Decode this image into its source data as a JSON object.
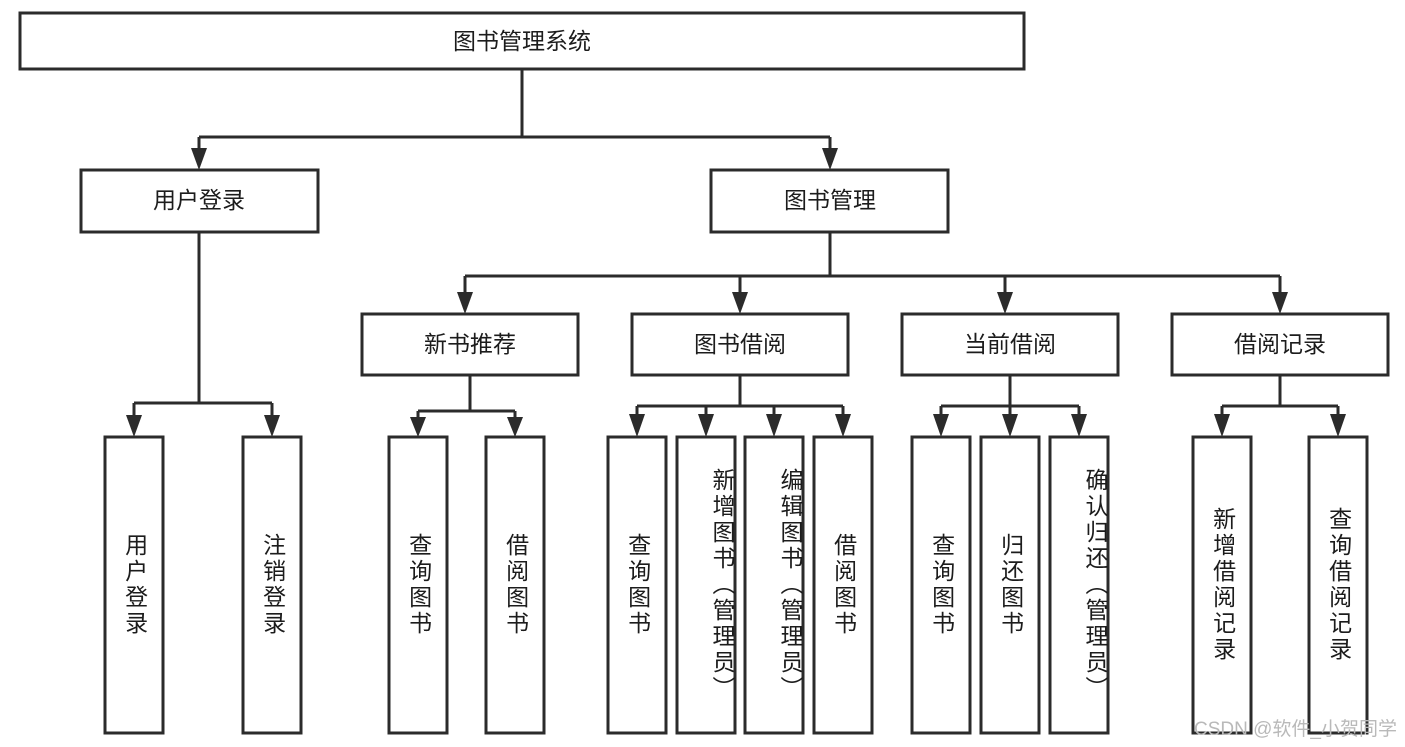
{
  "diagram": {
    "title": "图书管理系统",
    "watermark": "CSDN @软件_小贺同学",
    "colors": {
      "stroke": "#2b2b2b",
      "fill": "#ffffff",
      "text": "#1c1c1c",
      "watermark": "#b9b9b9",
      "background": "#ffffff"
    },
    "levels": {
      "root": {
        "label": "图书管理系统"
      },
      "level2": [
        {
          "label": "用户登录"
        },
        {
          "label": "图书管理"
        }
      ],
      "level3": [
        {
          "label": "新书推荐"
        },
        {
          "label": "图书借阅"
        },
        {
          "label": "当前借阅"
        },
        {
          "label": "借阅记录"
        }
      ],
      "leaves": [
        {
          "label": "用户登录",
          "parent": "用户登录"
        },
        {
          "label": "注销登录",
          "parent": "用户登录"
        },
        {
          "label": "查询图书",
          "parent": "新书推荐"
        },
        {
          "label": "借阅图书",
          "parent": "新书推荐"
        },
        {
          "label": "查询图书",
          "parent": "图书借阅"
        },
        {
          "label": "新增图书（管理员）",
          "parent": "图书借阅"
        },
        {
          "label": "编辑图书（管理员）",
          "parent": "图书借阅"
        },
        {
          "label": "借阅图书",
          "parent": "图书借阅"
        },
        {
          "label": "查询图书",
          "parent": "当前借阅"
        },
        {
          "label": "归还图书",
          "parent": "当前借阅"
        },
        {
          "label": "确认归还（管理员）",
          "parent": "当前借阅"
        },
        {
          "label": "新增借阅记录",
          "parent": "借阅记录"
        },
        {
          "label": "查询借阅记录",
          "parent": "借阅记录"
        }
      ]
    }
  },
  "chart_data": {
    "type": "table",
    "title": "图书管理系统",
    "structure": "tree",
    "nodes": [
      {
        "id": "root",
        "label": "图书管理系统",
        "level": 0,
        "parent": null
      },
      {
        "id": "n1",
        "label": "用户登录",
        "level": 1,
        "parent": "root"
      },
      {
        "id": "n2",
        "label": "图书管理",
        "level": 1,
        "parent": "root"
      },
      {
        "id": "n1a",
        "label": "用户登录",
        "level": 2,
        "parent": "n1"
      },
      {
        "id": "n1b",
        "label": "注销登录",
        "level": 2,
        "parent": "n1"
      },
      {
        "id": "n2a",
        "label": "新书推荐",
        "level": 2,
        "parent": "n2"
      },
      {
        "id": "n2b",
        "label": "图书借阅",
        "level": 2,
        "parent": "n2"
      },
      {
        "id": "n2c",
        "label": "当前借阅",
        "level": 2,
        "parent": "n2"
      },
      {
        "id": "n2d",
        "label": "借阅记录",
        "level": 2,
        "parent": "n2"
      },
      {
        "id": "n2a1",
        "label": "查询图书",
        "level": 3,
        "parent": "n2a"
      },
      {
        "id": "n2a2",
        "label": "借阅图书",
        "level": 3,
        "parent": "n2a"
      },
      {
        "id": "n2b1",
        "label": "查询图书",
        "level": 3,
        "parent": "n2b"
      },
      {
        "id": "n2b2",
        "label": "新增图书（管理员）",
        "level": 3,
        "parent": "n2b"
      },
      {
        "id": "n2b3",
        "label": "编辑图书（管理员）",
        "level": 3,
        "parent": "n2b"
      },
      {
        "id": "n2b4",
        "label": "借阅图书",
        "level": 3,
        "parent": "n2b"
      },
      {
        "id": "n2c1",
        "label": "查询图书",
        "level": 3,
        "parent": "n2c"
      },
      {
        "id": "n2c2",
        "label": "归还图书",
        "level": 3,
        "parent": "n2c"
      },
      {
        "id": "n2c3",
        "label": "确认归还（管理员）",
        "level": 3,
        "parent": "n2c"
      },
      {
        "id": "n2d1",
        "label": "新增借阅记录",
        "level": 3,
        "parent": "n2d"
      },
      {
        "id": "n2d2",
        "label": "查询借阅记录",
        "level": 3,
        "parent": "n2d"
      }
    ]
  }
}
